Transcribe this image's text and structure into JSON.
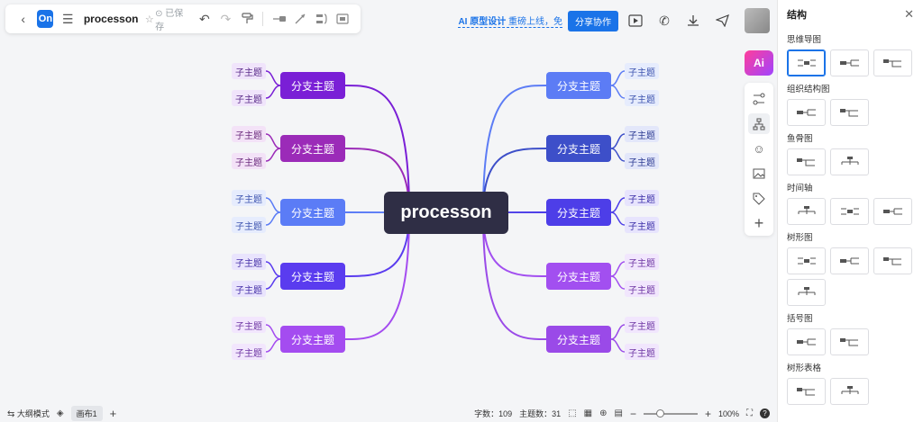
{
  "app": {
    "title": "processon",
    "save_status": "⊙ 已保存",
    "promo_bold": "AI 原型设计",
    "promo_rest": " 重磅上线，免",
    "share_label": "分享协作",
    "ai_label": "Ai"
  },
  "mindmap": {
    "root": "processon",
    "branches_left": [
      {
        "label": "分支主题",
        "color": "#7a1fd6",
        "leaf_bg": "#f0e4fb",
        "leaf_fg": "#5a2b8a",
        "children": [
          "子主题",
          "子主题"
        ]
      },
      {
        "label": "分支主题",
        "color": "#9b2bb8",
        "leaf_bg": "#f3e2f7",
        "leaf_fg": "#6b2a7d",
        "children": [
          "子主题",
          "子主题"
        ]
      },
      {
        "label": "分支主题",
        "color": "#5b7cf6",
        "leaf_bg": "#e6ecfd",
        "leaf_fg": "#3d54b0",
        "children": [
          "子主题",
          "子主题"
        ]
      },
      {
        "label": "分支主题",
        "color": "#5a3cef",
        "leaf_bg": "#e9e4fd",
        "leaf_fg": "#4530a8",
        "children": [
          "子主题",
          "子主题"
        ]
      },
      {
        "label": "分支主题",
        "color": "#a44cf0",
        "leaf_bg": "#f2e6fd",
        "leaf_fg": "#6d35a3",
        "children": [
          "子主题",
          "子主题"
        ]
      }
    ],
    "branches_right": [
      {
        "label": "分支主题",
        "color": "#5c7cf5",
        "leaf_bg": "#e6ecfd",
        "leaf_fg": "#3d54b0",
        "children": [
          "子主题",
          "子主题"
        ]
      },
      {
        "label": "分支主题",
        "color": "#3d4fc9",
        "leaf_bg": "#e3e7fa",
        "leaf_fg": "#2c3b93",
        "children": [
          "子主题",
          "子主题"
        ]
      },
      {
        "label": "分支主题",
        "color": "#4d3ee8",
        "leaf_bg": "#e7e4fd",
        "leaf_fg": "#3b2ea8",
        "children": [
          "子主题",
          "子主题"
        ]
      },
      {
        "label": "分支主题",
        "color": "#a24ff0",
        "leaf_bg": "#f1e6fd",
        "leaf_fg": "#6d35a3",
        "children": [
          "子主题",
          "子主题"
        ]
      },
      {
        "label": "分支主题",
        "color": "#9a4ae8",
        "leaf_bg": "#f1e6fd",
        "leaf_fg": "#6d35a3",
        "children": [
          "子主题",
          "子主题"
        ]
      }
    ]
  },
  "panel": {
    "title": "结构",
    "sections": [
      {
        "title": "思维导图",
        "count": 3
      },
      {
        "title": "组织结构图",
        "count": 2
      },
      {
        "title": "鱼骨图",
        "count": 2
      },
      {
        "title": "时间轴",
        "count": 3
      },
      {
        "title": "树形图",
        "count": 4
      },
      {
        "title": "括号图",
        "count": 2
      },
      {
        "title": "树形表格",
        "count": 2
      }
    ]
  },
  "bottom": {
    "outline_mode": "大纲模式",
    "sheet": "画布1",
    "word_count": "字数：109",
    "topic_count": "主题数：31",
    "zoom": "100%"
  }
}
